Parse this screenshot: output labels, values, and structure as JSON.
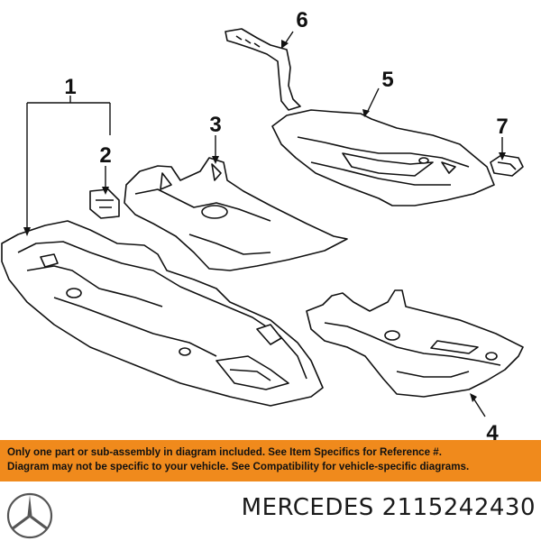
{
  "callouts": {
    "c1": "1",
    "c2": "2",
    "c3": "3",
    "c4": "4",
    "c5": "5",
    "c6": "6",
    "c7": "7"
  },
  "banner": {
    "line1": "Only one part or sub-assembly in diagram included. See Item Specifics for Reference #.",
    "line2": "Diagram may not be specific to your vehicle. See Compatibility for vehicle-specific diagrams."
  },
  "footer": {
    "brand": "MERCEDES",
    "part_number": "2115242430",
    "logo_icon": "mercedes-star-icon"
  },
  "colors": {
    "banner_bg": "#f08a1c",
    "line": "#111111"
  }
}
